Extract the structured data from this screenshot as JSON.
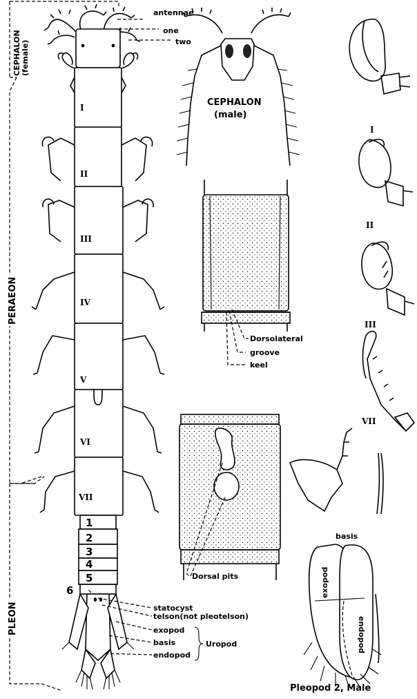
{
  "labels": {
    "antennae": "antennae",
    "one": "one",
    "two": "two",
    "cephalon_female_1": "CEPHALON",
    "cephalon_female_2": "(female)",
    "cephalon_male_1": "CEPHALON",
    "cephalon_male_2": "(male)",
    "peraeon": "PERAEON",
    "pleon": "PLEON",
    "dorsolateral": "Dorsolateral",
    "groove": "groove",
    "keel": "keel",
    "dorsal_pits": "Dorsal pits",
    "statocyst": "statocyst",
    "telson": "telson(not pleotelson)",
    "exopod": "exopod",
    "basis": "basis",
    "endopod": "endopod",
    "uropod": "Uropod",
    "pleopod_basis": "basis",
    "pleopod_exopod": "exopod",
    "pleopod_endopod": "endopod",
    "pleopod_caption": "Pleopod 2, Male"
  },
  "peraeon_segments": [
    "I",
    "II",
    "III",
    "IV",
    "V",
    "VI",
    "VII"
  ],
  "pleon_segments": [
    "1",
    "2",
    "3",
    "4",
    "5",
    "6"
  ],
  "leg_labels": [
    "I",
    "II",
    "III",
    "VII"
  ]
}
